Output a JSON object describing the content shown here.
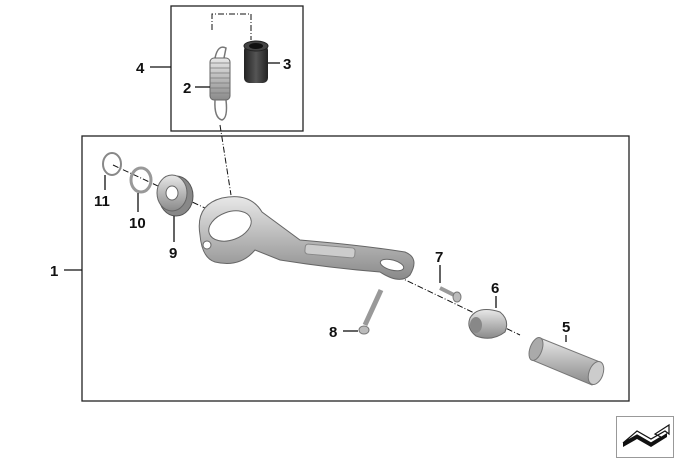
{
  "diagram": {
    "callouts": [
      "1",
      "2",
      "3",
      "4",
      "5",
      "6",
      "7",
      "8",
      "9",
      "10",
      "11"
    ]
  },
  "nav": {
    "icon": "next-arrow-icon"
  }
}
